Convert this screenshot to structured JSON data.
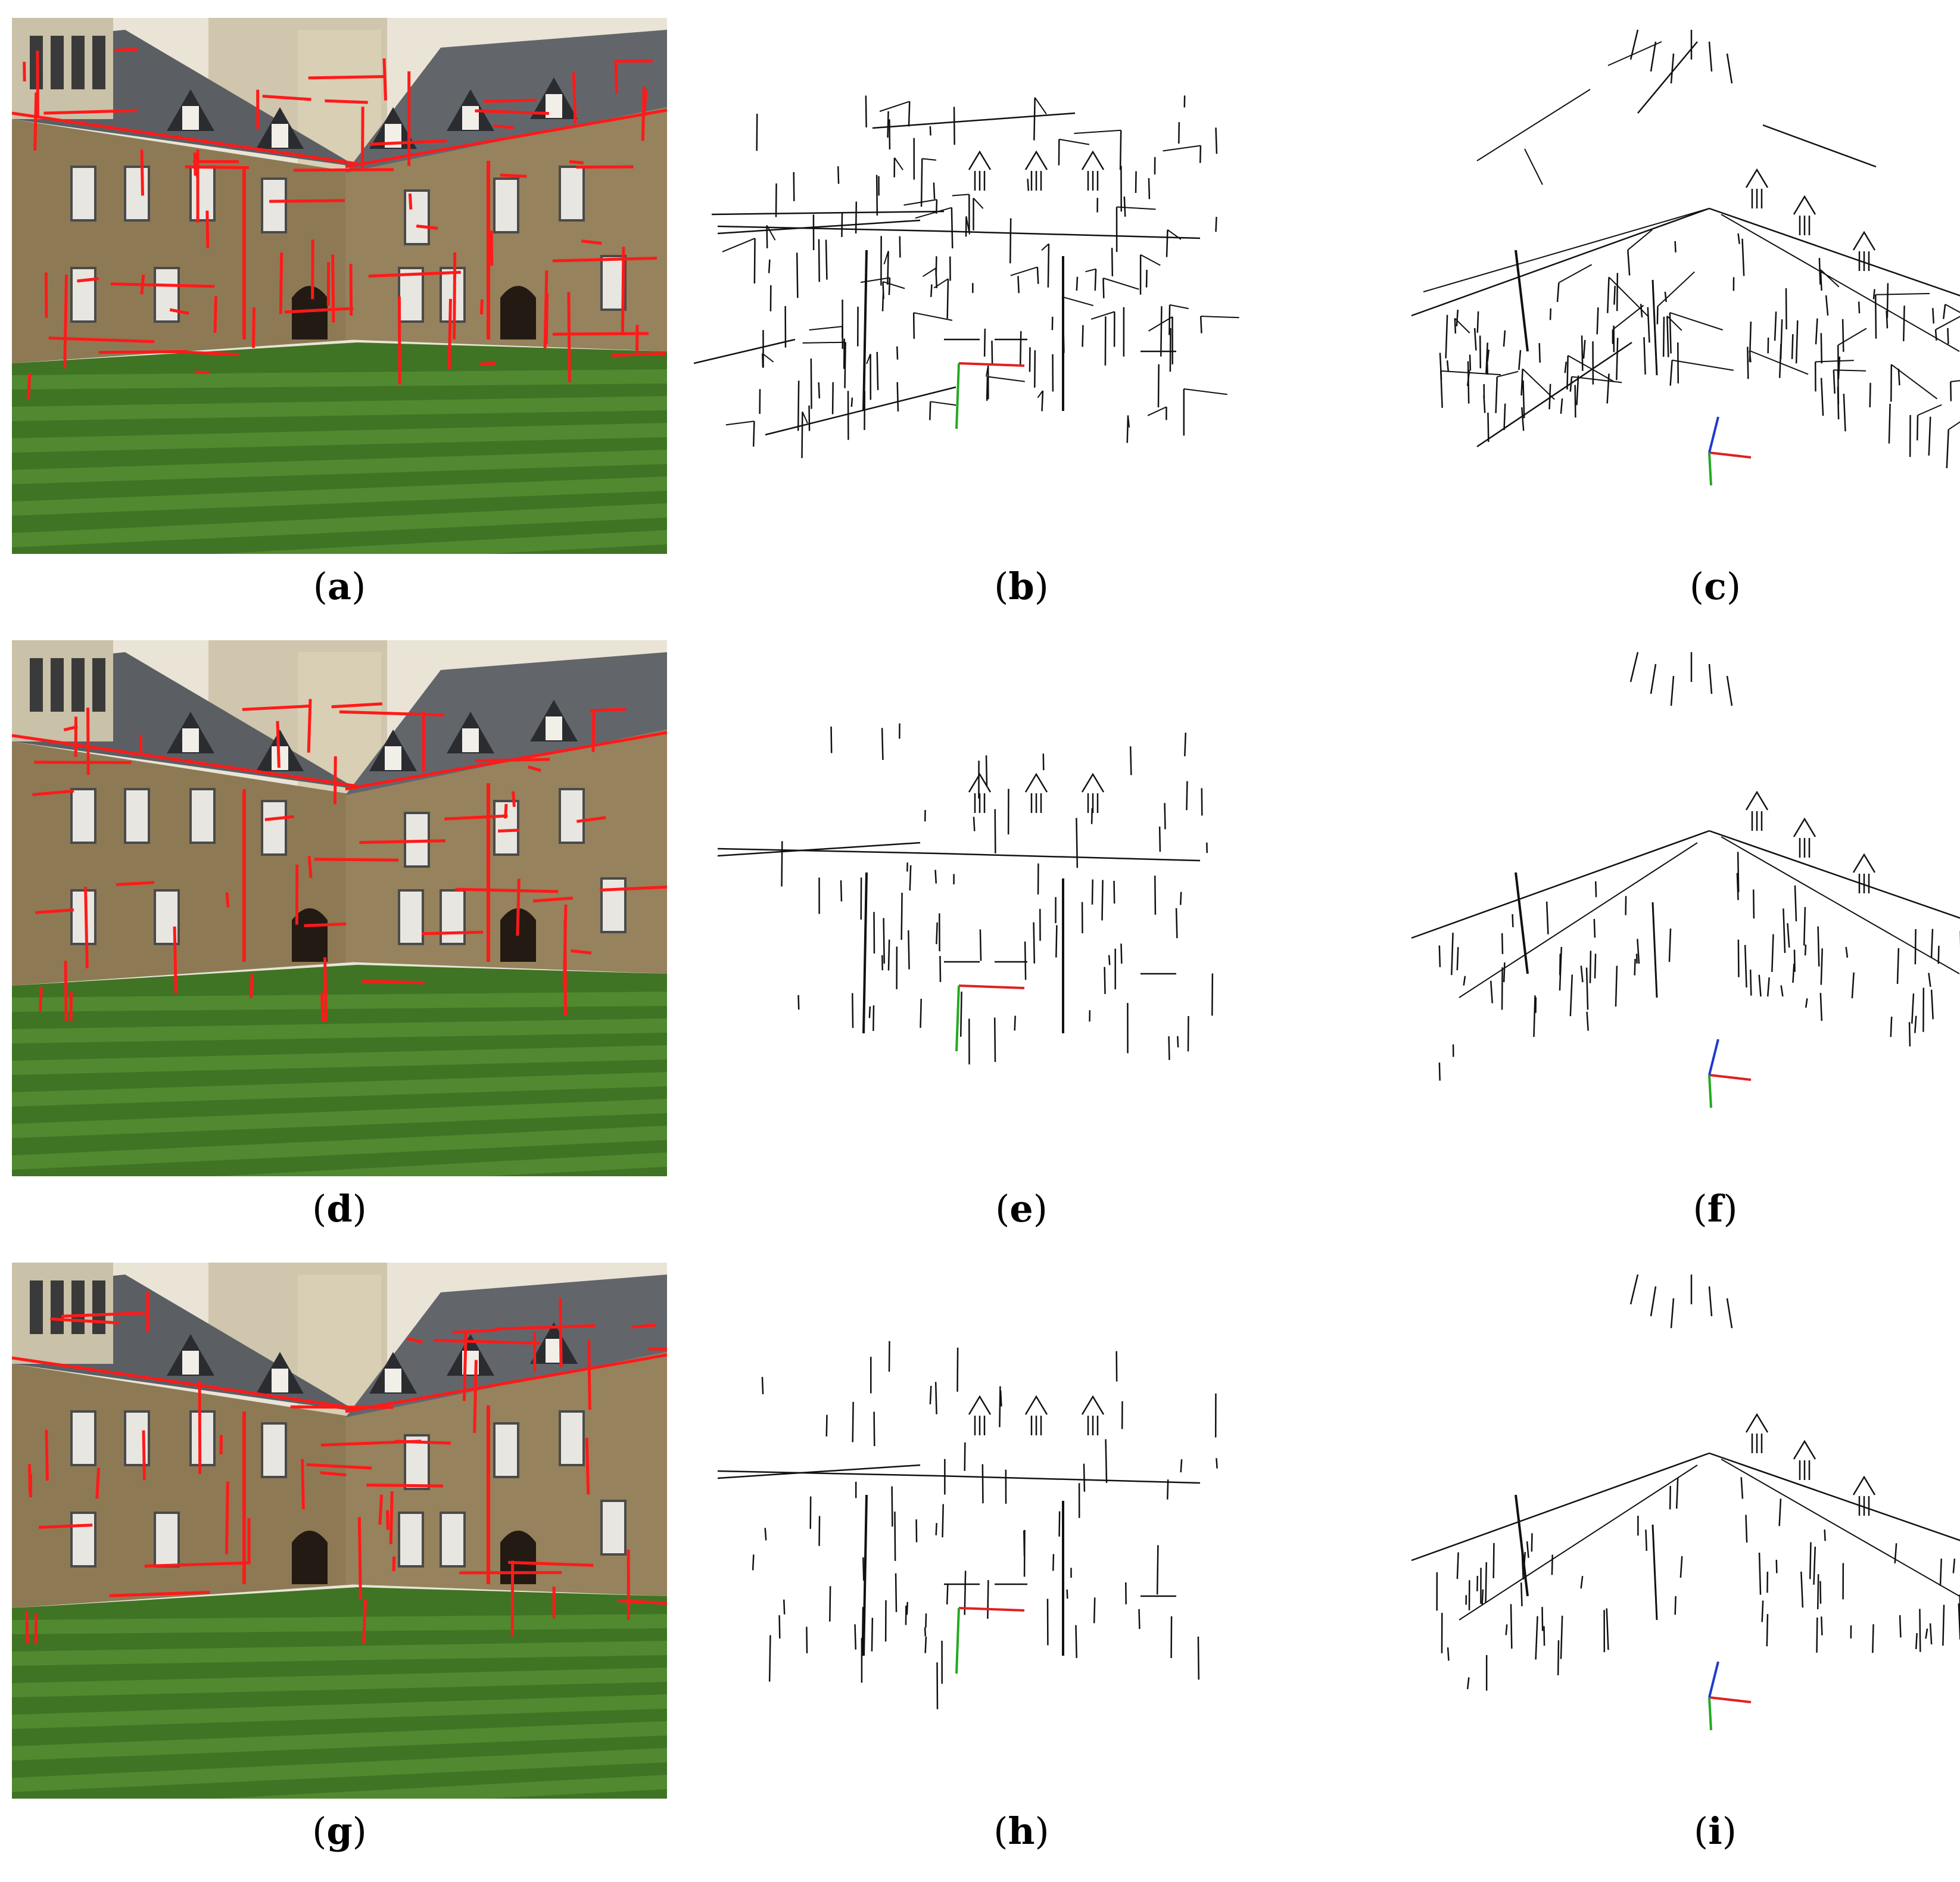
{
  "panels": [
    {
      "id": "a",
      "label": "a",
      "kind": "photo"
    },
    {
      "id": "b",
      "label": "b",
      "kind": "lines-front"
    },
    {
      "id": "c",
      "label": "c",
      "kind": "lines-persp"
    },
    {
      "id": "d",
      "label": "d",
      "kind": "photo"
    },
    {
      "id": "e",
      "label": "e",
      "kind": "lines-front"
    },
    {
      "id": "f",
      "label": "f",
      "kind": "lines-persp"
    },
    {
      "id": "g",
      "label": "g",
      "kind": "photo"
    },
    {
      "id": "h",
      "label": "h",
      "kind": "lines-front"
    },
    {
      "id": "i",
      "label": "i",
      "kind": "lines-persp"
    }
  ],
  "colors": {
    "detected_line": "#ff1a1a",
    "reconstructed_line": "#111111",
    "axis_x": "#e02020",
    "axis_y": "#22aa22",
    "axis_z": "#1f3ad0",
    "grass_light": "#5f9a3a",
    "grass_dark": "#3f7424",
    "stone": "#8d7a55",
    "roof": "#5b5f63",
    "sky": "#e9e4d6"
  }
}
